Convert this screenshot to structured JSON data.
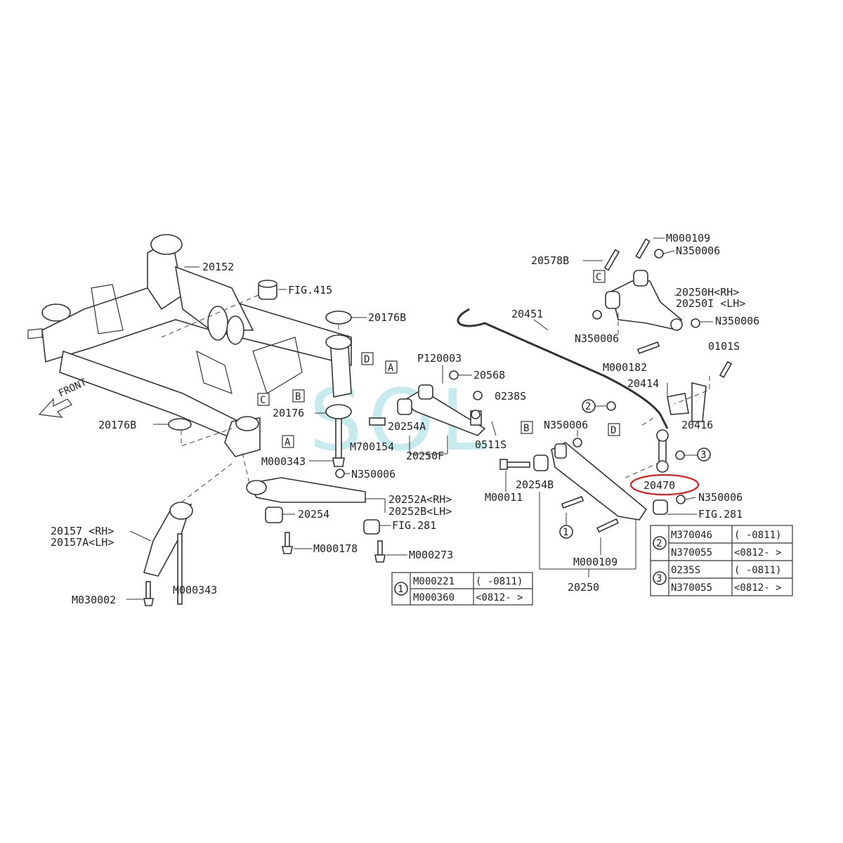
{
  "watermark": "SOL",
  "front_label": "FRONT",
  "labels": {
    "l20152": "20152",
    "fig415": "FIG.415",
    "l20176B_top": "20176B",
    "l20176B_left": "20176B",
    "l20176": "20176",
    "m000343_a": "M000343",
    "m000343_b": "M000343",
    "m700154": "M700154",
    "n350006_a": "N350006",
    "n350006_b": "N350006",
    "n350006_c": "N350006",
    "n350006_d": "N350006",
    "n350006_e": "N350006",
    "n350006_f": "N350006",
    "l20254A": "20254A",
    "l20250F": "20250F",
    "p120003": "P120003",
    "l20568": "20568",
    "l0238S": "0238S",
    "l0511S": "0511S",
    "l20252A": "20252A<RH>",
    "l20252B": "20252B<LH>",
    "l20254": "20254",
    "fig281_a": "FIG.281",
    "fig281_b": "FIG.281",
    "m000178": "M000178",
    "m000273": "M000273",
    "l20157": "20157 <RH>",
    "l20157A": "20157A<LH>",
    "m030002": "M030002",
    "l20451": "20451",
    "l20578B": "20578B",
    "m000109_a": "M000109",
    "m000109_b": "M000109",
    "l20250H": "20250H<RH>",
    "l20250I": "20250I <LH>",
    "m000182": "M000182",
    "l0101S": "0101S",
    "l20414": "20414",
    "l20416": "20416",
    "l20470": "20470",
    "l20254B": "20254B",
    "m00011": "M00011",
    "l20250": "20250"
  },
  "callouts": {
    "a1": "A",
    "a2": "A",
    "b1": "B",
    "b2": "B",
    "c1": "C",
    "c2": "C",
    "d1": "D",
    "d2": "D"
  },
  "refs": {
    "r1": "1",
    "r2": "2",
    "r3": "3",
    "r1b": "1"
  },
  "table1": {
    "num": "1",
    "rows": [
      {
        "part": "M000221",
        "range": "( -0811)"
      },
      {
        "part": "M000360",
        "range": "<0812- >"
      }
    ]
  },
  "table23": {
    "num2": "2",
    "num3": "3",
    "rows": [
      {
        "part": "M370046",
        "range": "( -0811)"
      },
      {
        "part": "N370055",
        "range": "<0812- >"
      },
      {
        "part": "0235S",
        "range": "( -0811)"
      },
      {
        "part": "N370055",
        "range": "<0812- >"
      }
    ]
  },
  "colors": {
    "highlight": "#e02020",
    "watermark": "#8fd6df",
    "line": "#333333"
  }
}
